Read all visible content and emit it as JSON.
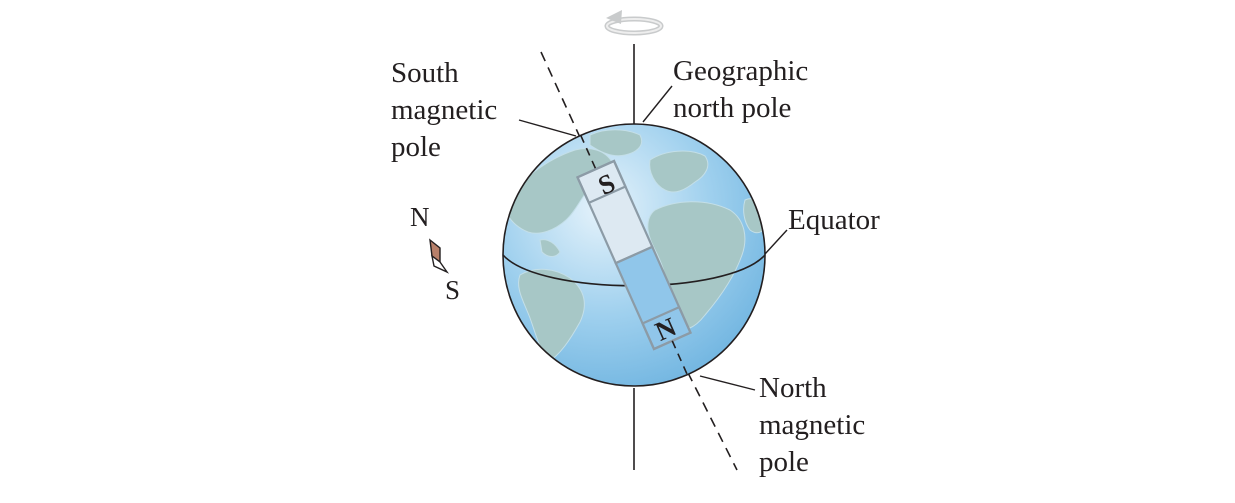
{
  "labels": {
    "south_magnetic_pole": [
      "South",
      "magnetic",
      "pole"
    ],
    "geographic_north_pole": [
      "Geographic",
      "north pole"
    ],
    "equator": "Equator",
    "north_magnetic_pole": [
      "North",
      "magnetic",
      "pole"
    ],
    "compass_north": "N",
    "compass_south": "S",
    "magnet_south": "S",
    "magnet_north": "N"
  },
  "colors": {
    "ocean": "#8cc3e6",
    "land": "#9cc3c4",
    "outline": "#231f20",
    "magnet_upper": "#d6e6f2",
    "magnet_lower": "#8dc4ea",
    "magnet_border": "#8a9aa6",
    "compass_needle": "#b8806a"
  }
}
